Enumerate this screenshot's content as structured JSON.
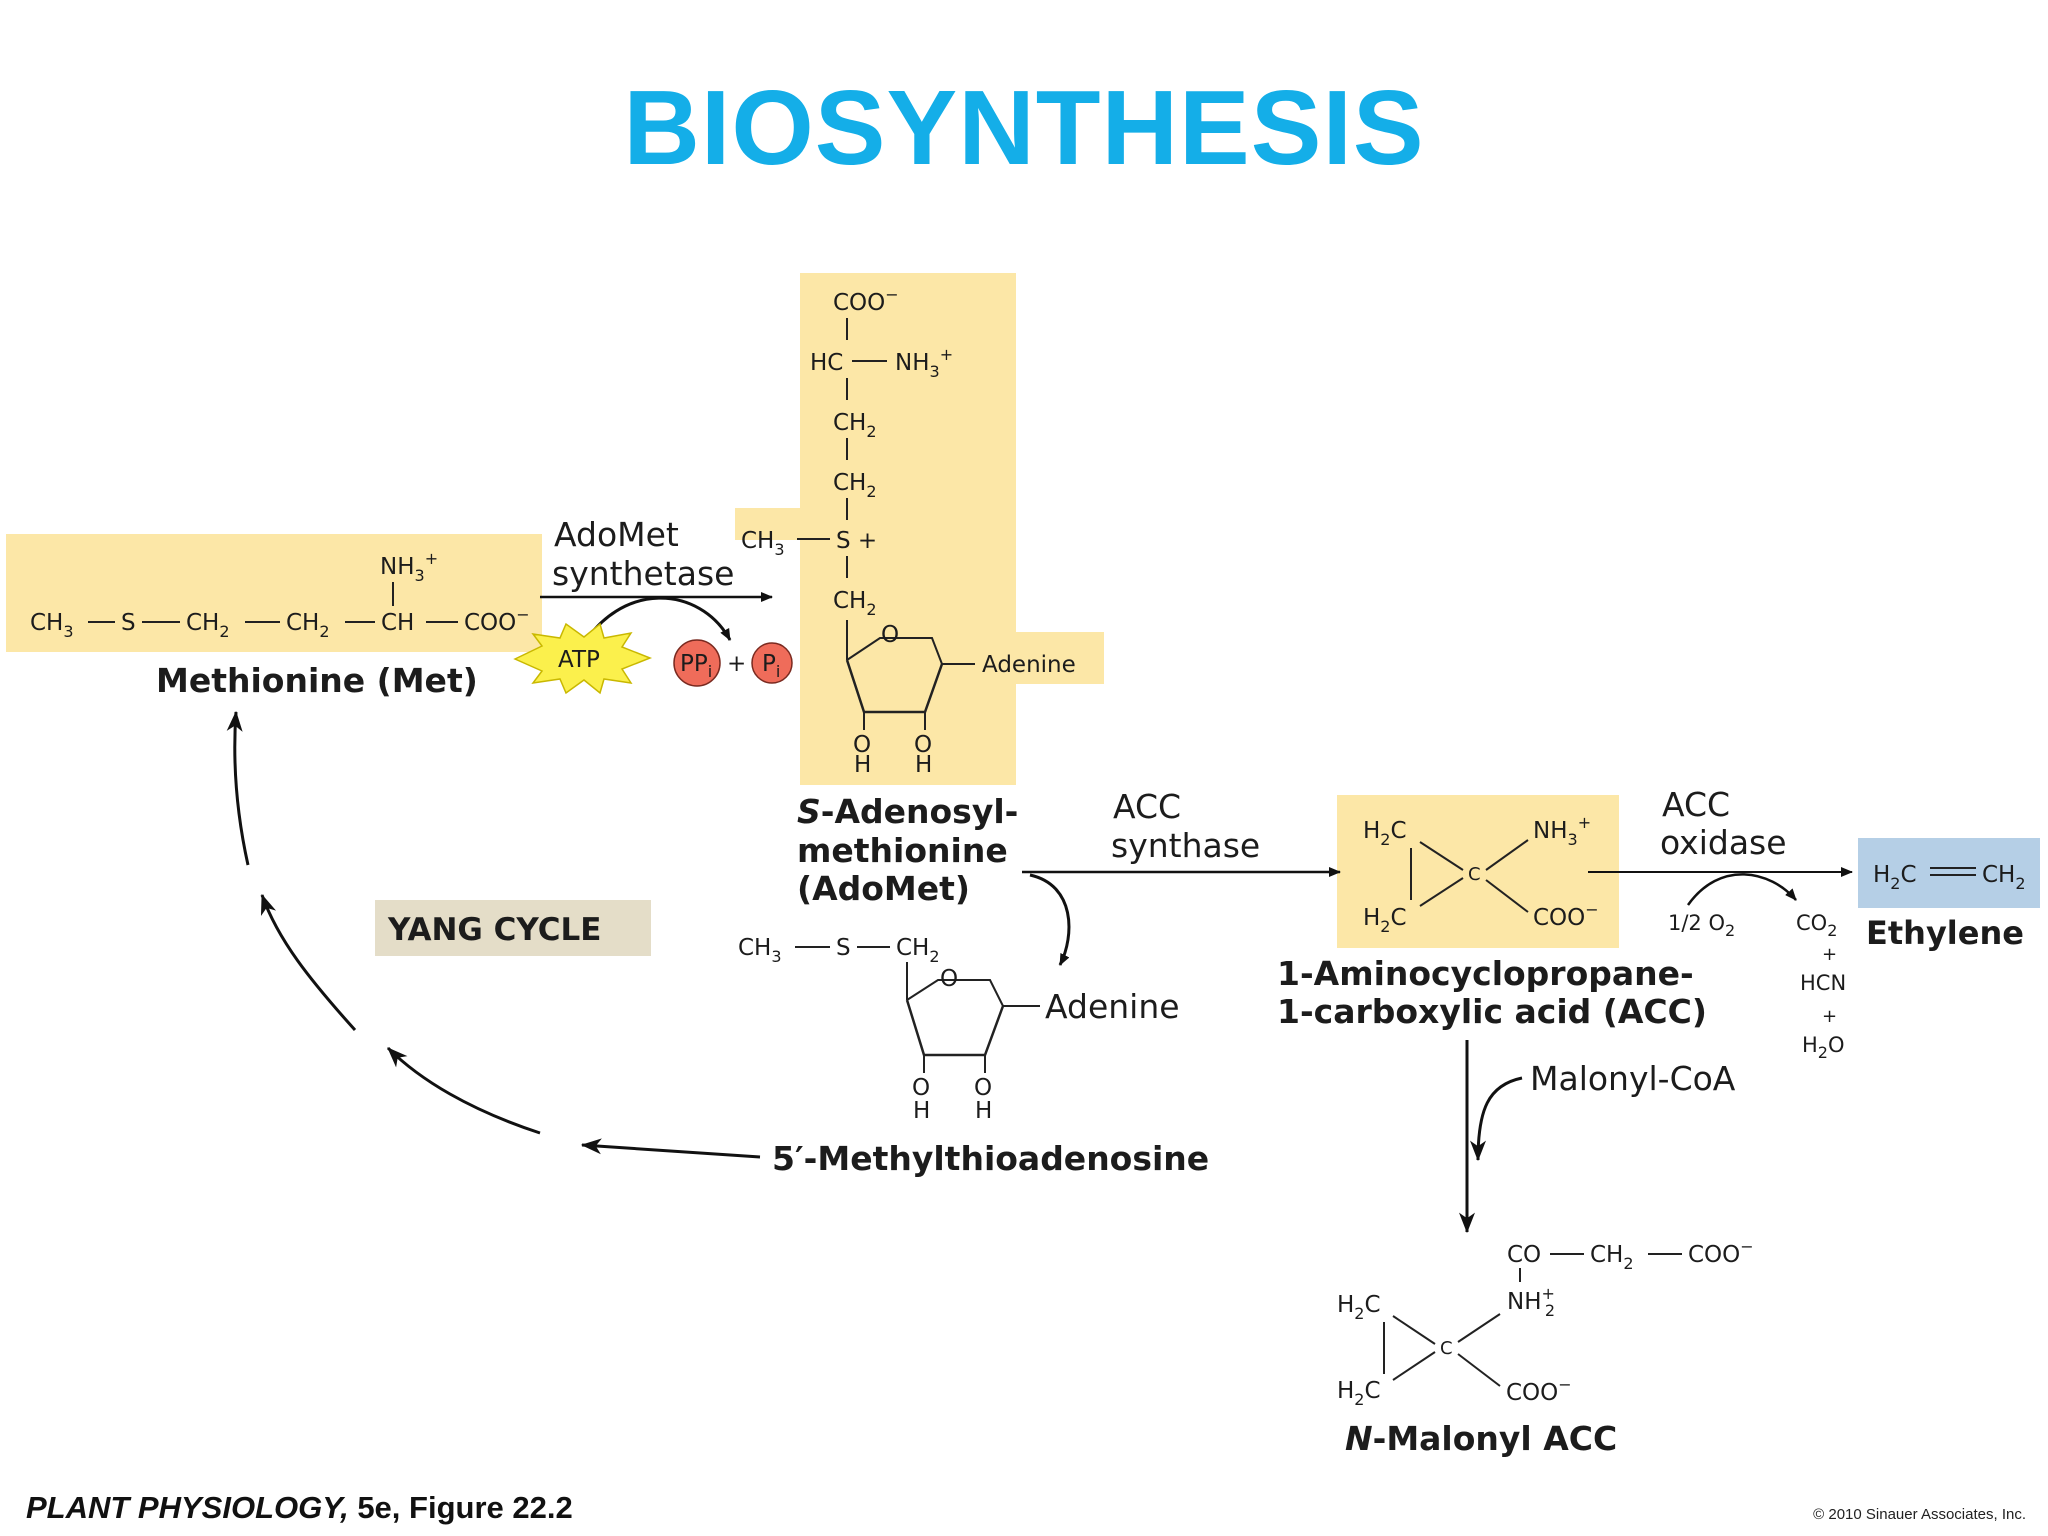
{
  "title": "BIOSYNTHESIS",
  "colors": {
    "title": "#14aee8",
    "molecule_box": "#fce7a7",
    "ethylene_box": "#b5cfe6",
    "atp_burst": "#fbf04c",
    "pp_circle": "#ef6c5a",
    "yang_box": "#e4ddc8"
  },
  "enzymes": {
    "adomet_synthetase": [
      "AdoMet",
      "synthetase"
    ],
    "acc_synthase": [
      "ACC",
      "synthase"
    ],
    "acc_oxidase": [
      "ACC",
      "oxidase"
    ]
  },
  "cofactors": {
    "atp": "ATP",
    "ppi": "PP",
    "pi": "P",
    "sub_i": "i",
    "plus": "+",
    "half_o2": "1/2 O",
    "o2_sub": "2"
  },
  "molecules": {
    "methionine_name": "Methionine (Met)",
    "adomet_name": [
      "S-Adenosyl-",
      "methionine",
      "(AdoMet)"
    ],
    "acc_name": [
      "1-Aminocyclopropane-",
      "1-carboxylic acid (ACC)"
    ],
    "ethylene_name": "Ethylene",
    "mta_name": "5′-Methylthioadenosine",
    "malonyl_acc_name": "N-Malonyl ACC",
    "malonyl_coa": "Malonyl-CoA",
    "adenine": "Adenine"
  },
  "byproducts": {
    "co2": "CO",
    "co2_sub": "2",
    "hcn": "HCN",
    "h2o_h": "H",
    "h2o_sub": "2",
    "h2o_o": "O",
    "plus": "+"
  },
  "cycle_label": "YANG CYCLE",
  "caption": {
    "book": "PLANT PHYSIOLOGY,",
    "edition": "5e, Figure 22.2",
    "copyright": "© 2010 Sinauer Associates, Inc."
  }
}
